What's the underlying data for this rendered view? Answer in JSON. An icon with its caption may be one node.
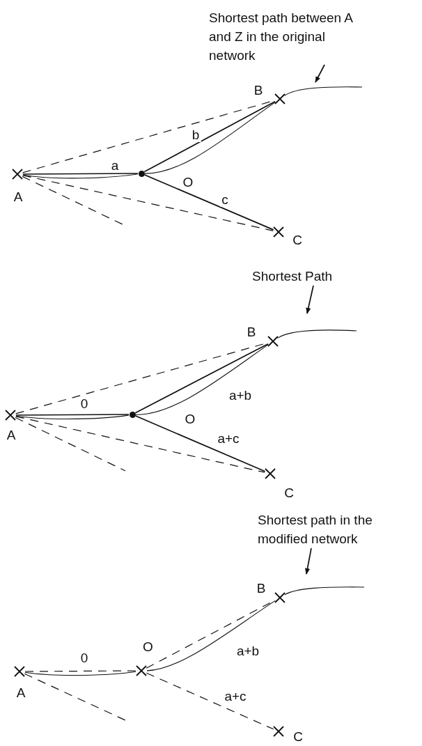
{
  "diagram": {
    "nodes": [
      {
        "text": [
          "Shortest path between A and Z in the original network"
        ]
      },
      {
        "text": [
          "A"
        ]
      },
      {
        "text": [
          "B"
        ]
      },
      {
        "text": [],
        "shape": "circle",
        "beside": [
          "O"
        ]
      },
      {
        "text": [
          "C"
        ]
      },
      {
        "text": [
          "Shortest Path"
        ]
      },
      {
        "text": [
          "A"
        ]
      },
      {
        "text": [
          "B"
        ]
      },
      {
        "text": [],
        "shape": "circle",
        "beside": [
          "O"
        ]
      },
      {
        "text": [
          "C"
        ]
      },
      {
        "text": [
          "Shortest path in the modified network"
        ]
      },
      {
        "text": [
          "A"
        ]
      },
      {
        "text": [
          "O"
        ]
      },
      {
        "text": [
          "B"
        ]
      },
      {
        "text": [
          "C"
        ]
      }
    ],
    "edges": [
      {
        "from": 1,
        "to": 2,
        "arrow": "none",
        "style": "dashed"
      },
      {
        "from": 1,
        "to": 4,
        "arrow": "none",
        "style": "dashed"
      },
      {
        "from": 1,
        "to": null,
        "arrow": "none",
        "style": "dashed"
      },
      {
        "from": 1,
        "to": 3,
        "arrow": "none",
        "label": "a"
      },
      {
        "from": 3,
        "to": 2,
        "arrow": "none",
        "label": "b"
      },
      {
        "from": 3,
        "to": 4,
        "arrow": "none",
        "label": "c"
      },
      {
        "from": 1,
        "to": 3,
        "arrow": "none"
      },
      {
        "from": 3,
        "to": 2,
        "arrow": "none"
      },
      {
        "from": 2,
        "to": null,
        "arrow": "none"
      },
      {
        "from": 0,
        "to": null,
        "arrow": "to"
      },
      {
        "from": 6,
        "to": 7,
        "arrow": "none",
        "style": "dashed"
      },
      {
        "from": 6,
        "to": 9,
        "arrow": "none",
        "style": "dashed"
      },
      {
        "from": 6,
        "to": null,
        "arrow": "none",
        "style": "dashed"
      },
      {
        "from": 6,
        "to": 8,
        "arrow": "none",
        "label": "0"
      },
      {
        "from": 8,
        "to": 7,
        "arrow": "none",
        "label": "a+b"
      },
      {
        "from": 8,
        "to": 9,
        "arrow": "none",
        "label": "a+c"
      },
      {
        "from": 6,
        "to": 8,
        "arrow": "none"
      },
      {
        "from": 8,
        "to": 7,
        "arrow": "none"
      },
      {
        "from": 7,
        "to": null,
        "arrow": "none"
      },
      {
        "from": 5,
        "to": null,
        "arrow": "to"
      },
      {
        "from": 11,
        "to": 12,
        "arrow": "none",
        "style": "dashed",
        "label": "0"
      },
      {
        "from": 12,
        "to": 13,
        "arrow": "none",
        "style": "dashed",
        "label": "a+b"
      },
      {
        "from": 12,
        "to": 14,
        "arrow": "none",
        "style": "dashed",
        "label": "a+c"
      },
      {
        "from": 11,
        "to": null,
        "arrow": "none",
        "style": "dashed"
      },
      {
        "from": 11,
        "to": 12,
        "arrow": "none"
      },
      {
        "from": 12,
        "to": 13,
        "arrow": "none"
      },
      {
        "from": 13,
        "to": null,
        "arrow": "none"
      },
      {
        "from": 10,
        "to": null,
        "arrow": "to"
      }
    ]
  }
}
